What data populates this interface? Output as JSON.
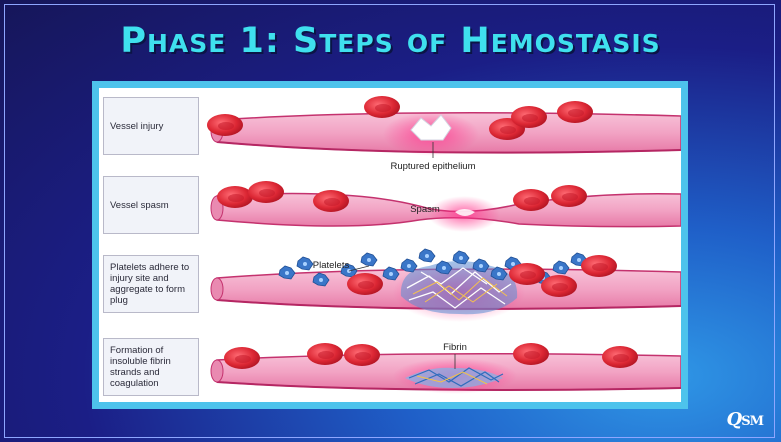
{
  "title": "Phase 1: Steps of Hemostasis",
  "steps": [
    {
      "label": "Vessel injury",
      "annotation": "Ruptured epithelium"
    },
    {
      "label": "Vessel spasm",
      "annotation": "Spasm"
    },
    {
      "label": "Platelets adhere to injury site and aggregate to form plug",
      "annotation": "Platelets"
    },
    {
      "label": "Formation of insoluble fibrin strands and coagulation",
      "annotation": "Fibrin"
    }
  ],
  "logo": {
    "q": "Q",
    "sm": "SM"
  },
  "colors": {
    "background": "#1b1e86",
    "title": "#3fe0ee",
    "panel_border": "#4dc3ec",
    "vessel": "#f3a9c8",
    "vessel_wall": "#c4326e",
    "red_cell": "#d82535",
    "platelet": "#3a76c8",
    "fibrin": "#4a8fd4"
  }
}
